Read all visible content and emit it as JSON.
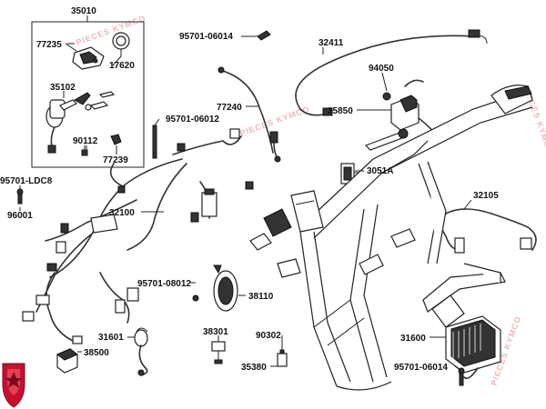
{
  "labels": {
    "p35010": "35010",
    "p77235": "77235",
    "p17620": "17620",
    "p35102": "35102",
    "p90112": "90112",
    "p77239": "77239",
    "p95701_06014_top": "95701-06014",
    "p77240": "77240",
    "p95701_06012": "95701-06012",
    "p95701_ldc8": "95701-LDC8",
    "p96001": "96001",
    "p32100": "32100",
    "p32411": "32411",
    "p94050": "94050",
    "p35850": "35850",
    "p3051a": "3051A",
    "p32105": "32105",
    "p95701_08012": "95701-08012",
    "p38110": "38110",
    "p31601": "31601",
    "p38301": "38301",
    "p90302": "90302",
    "p38500": "38500",
    "p35380": "35380",
    "p31600": "31600",
    "p95701_06014_bot": "95701-06014"
  },
  "watermark": "PIECES KYMCO",
  "colors": {
    "logo_red": "#c8102e",
    "ink": "#222222",
    "watermark": "#e9b9b9"
  }
}
